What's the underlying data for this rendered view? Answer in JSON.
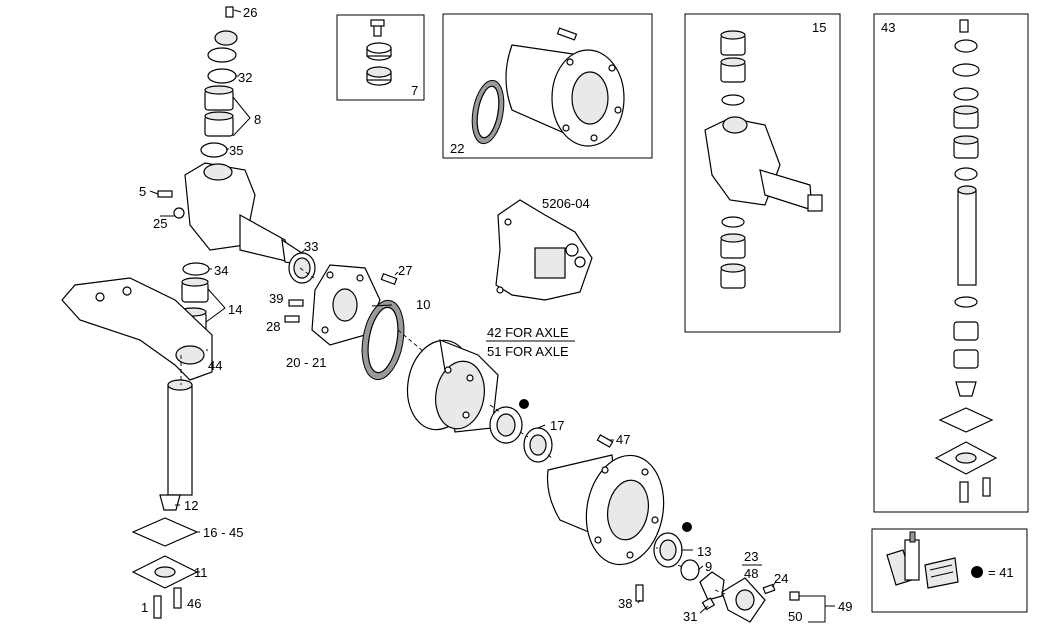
{
  "diagram": {
    "refs": {
      "r1": "1",
      "r5": "5",
      "r7": "7",
      "r8": "8",
      "r9": "9",
      "r10": "10",
      "r11": "11",
      "r12": "12",
      "r13": "13",
      "r14": "14",
      "r15": "15",
      "r16_45": "16 - 45",
      "r17": "17",
      "r20_21": "20 - 21",
      "r22": "22",
      "r24": "24",
      "r25": "25",
      "r26": "26",
      "r27": "27",
      "r28": "28",
      "r31": "31",
      "r32": "32",
      "r33": "33",
      "r34": "34",
      "r35": "35",
      "r38": "38",
      "r39": "39",
      "r43": "43",
      "r44": "44",
      "r46": "46",
      "r47": "47",
      "r49": "49",
      "r50": "50",
      "r23": "23",
      "r48": "48",
      "part_code": "5206-04",
      "axle_42": "42 FOR AXLE",
      "axle_51": "51 FOR AXLE",
      "legend_eq": "= 41"
    },
    "colors": {
      "line": "#000000",
      "fill": "#ffffff",
      "shade": "#e9e9e9",
      "dot": "#000000"
    }
  }
}
